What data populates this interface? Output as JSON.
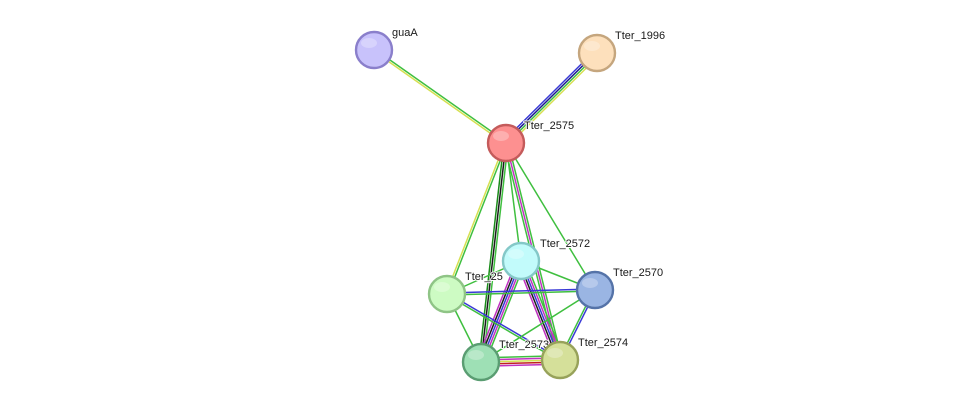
{
  "nodes": [
    {
      "id": "guaA",
      "label": "guaA",
      "fill": "#c8c2fb",
      "stroke": "#8a7fcb"
    },
    {
      "id": "Tter_1996",
      "label": "Tter_1996",
      "fill": "#fde0bc",
      "stroke": "#c5a67e"
    },
    {
      "id": "Tter_2575",
      "label": "Tter_2575",
      "fill": "#fd9090",
      "stroke": "#c45b5b"
    },
    {
      "id": "Tter_2572",
      "label": "Tter_2572",
      "fill": "#c2fbfb",
      "stroke": "#84c8c8"
    },
    {
      "id": "Tter_2571",
      "label": "Tter_25",
      "fill": "#cdfbc3",
      "stroke": "#8fc486"
    },
    {
      "id": "Tter_2570",
      "label": "Tter_2570",
      "fill": "#9ab5e3",
      "stroke": "#5573a8"
    },
    {
      "id": "Tter_2573",
      "label": "Tter_2573",
      "fill": "#9ee0b5",
      "stroke": "#5a9d72"
    },
    {
      "id": "Tter_2574",
      "label": "Tter_2574",
      "fill": "#d5e09a",
      "stroke": "#97a25a"
    }
  ],
  "edges": [
    {
      "source": "guaA",
      "target": "Tter_2575",
      "colors": [
        "#3fbf3f",
        "#d6e052"
      ]
    },
    {
      "source": "Tter_1996",
      "target": "Tter_2575",
      "colors": [
        "#d6e052",
        "#3fbf3f",
        "#1a1a8c",
        "#3a3ad6"
      ]
    },
    {
      "source": "Tter_2575",
      "target": "Tter_2571",
      "colors": [
        "#3fbf3f",
        "#d6e052"
      ]
    },
    {
      "source": "Tter_2575",
      "target": "Tter_2573",
      "colors": [
        "#3fbf3f",
        "#1a1a1a",
        "#1a8c1a"
      ]
    },
    {
      "source": "Tter_2575",
      "target": "Tter_2574",
      "colors": [
        "#3fbf3f",
        "#c032c0",
        "#3fbf3f"
      ]
    },
    {
      "source": "Tter_2575",
      "target": "Tter_2572",
      "colors": [
        "#3fbf3f"
      ]
    },
    {
      "source": "Tter_2575",
      "target": "Tter_2570",
      "colors": [
        "#3fbf3f"
      ]
    },
    {
      "source": "Tter_2572",
      "target": "Tter_2571",
      "colors": [
        "#3fbf3f"
      ]
    },
    {
      "source": "Tter_2572",
      "target": "Tter_2570",
      "colors": [
        "#3fbf3f"
      ]
    },
    {
      "source": "Tter_2572",
      "target": "Tter_2573",
      "colors": [
        "#3fbf3f",
        "#c032c0",
        "#3a3ad6",
        "#1a1a1a",
        "#c032c0"
      ]
    },
    {
      "source": "Tter_2572",
      "target": "Tter_2574",
      "colors": [
        "#3fbf3f",
        "#c032c0",
        "#3a3ad6",
        "#1a1a1a",
        "#c032c0"
      ]
    },
    {
      "source": "Tter_2571",
      "target": "Tter_2570",
      "colors": [
        "#3a3ad6",
        "#3fbf3f"
      ]
    },
    {
      "source": "Tter_2571",
      "target": "Tter_2573",
      "colors": [
        "#3fbf3f"
      ]
    },
    {
      "source": "Tter_2571",
      "target": "Tter_2574",
      "colors": [
        "#3a3ad6",
        "#3fbf3f"
      ]
    },
    {
      "source": "Tter_2570",
      "target": "Tter_2573",
      "colors": [
        "#3fbf3f"
      ]
    },
    {
      "source": "Tter_2570",
      "target": "Tter_2574",
      "colors": [
        "#3a3ad6",
        "#3fbf3f"
      ]
    },
    {
      "source": "Tter_2573",
      "target": "Tter_2574",
      "colors": [
        "#3fbf3f",
        "#c032c0",
        "#d6e052",
        "#c02020",
        "#c032c0"
      ]
    }
  ]
}
